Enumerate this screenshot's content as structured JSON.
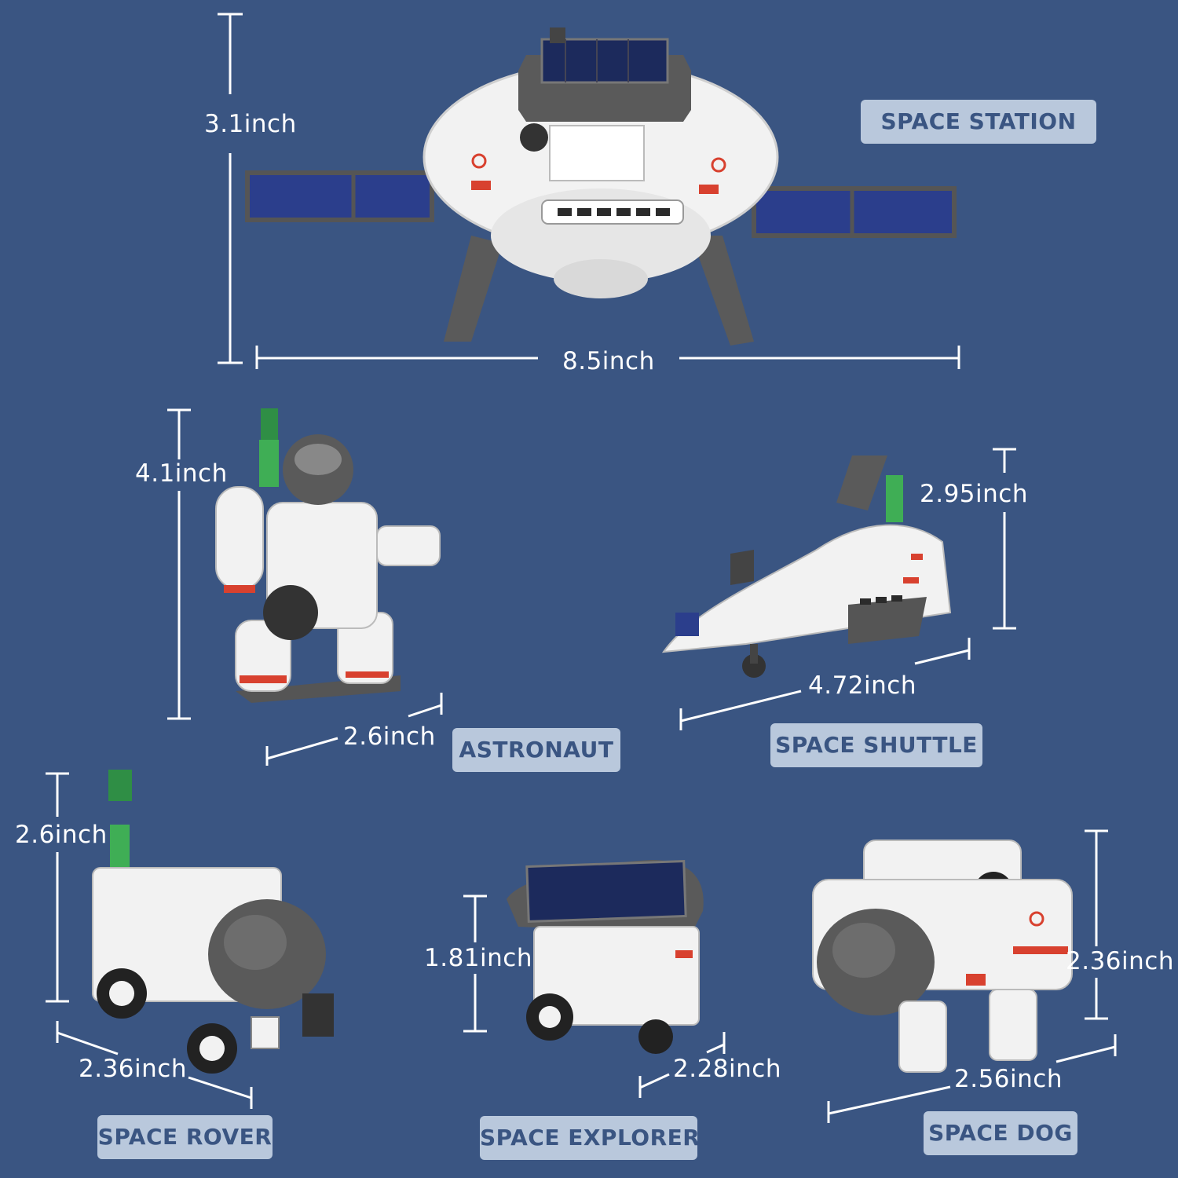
{
  "models": {
    "station": {
      "label": "SPACE STATION",
      "height": "3.1inch",
      "width": "8.5inch"
    },
    "astronaut": {
      "label": "ASTRONAUT",
      "height": "4.1inch",
      "width": "2.6inch"
    },
    "shuttle": {
      "label": "SPACE SHUTTLE",
      "height": "2.95inch",
      "width": "4.72inch"
    },
    "rover": {
      "label": "SPACE ROVER",
      "height": "2.6inch",
      "width": "2.36inch"
    },
    "explorer": {
      "label": "SPACE EXPLORER",
      "height": "1.81inch",
      "width": "2.28inch"
    },
    "dog": {
      "label": "SPACE DOG",
      "height": "2.36inch",
      "width": "2.56inch"
    }
  },
  "colors": {
    "background": "#3a5582",
    "label_bg": "#b9c8dc",
    "label_text": "#3a5582",
    "dimension_line": "#ffffff",
    "body_white": "#f2f2f2",
    "body_gray": "#5a5a5a",
    "solar_blue": "#2b3e8c",
    "accent_red": "#d8412f",
    "capacitor_green": "#3fae55"
  }
}
